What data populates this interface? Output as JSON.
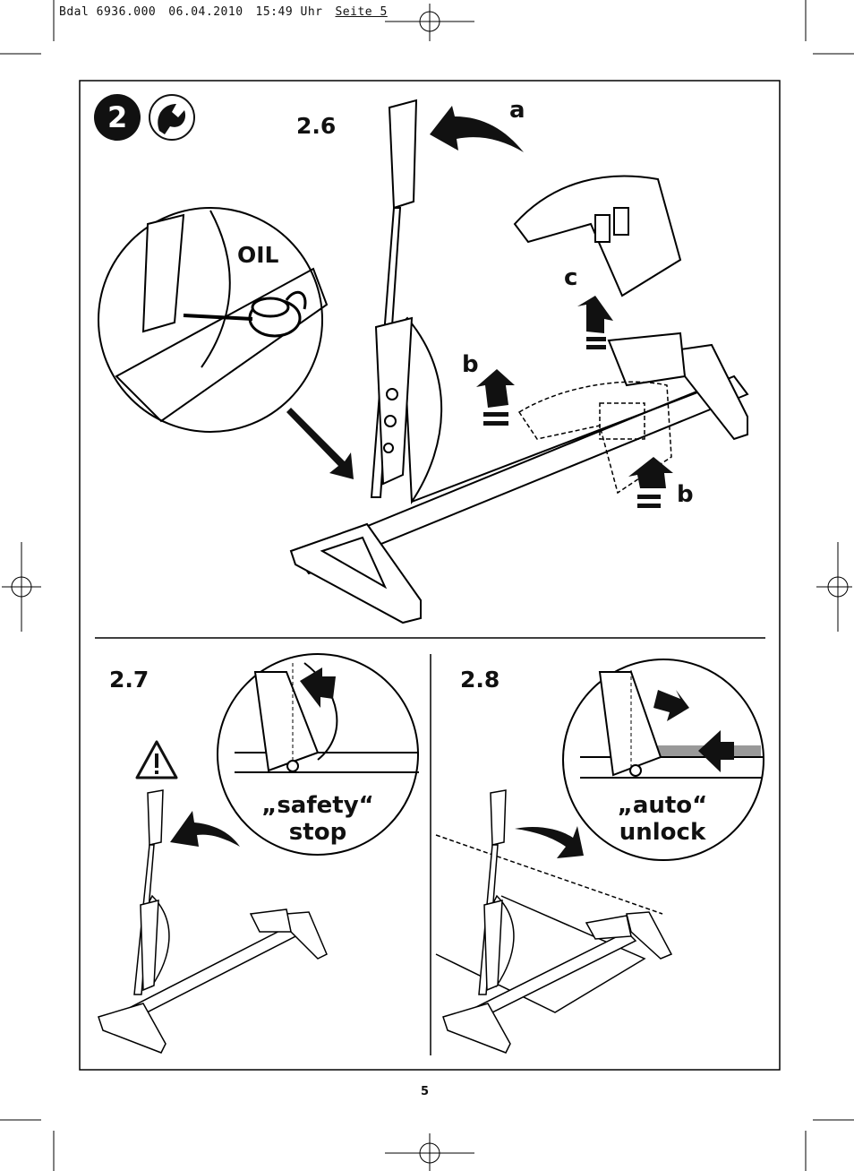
{
  "header": {
    "doc": "Bdal 6936.000",
    "date": "06.04.2010",
    "time": "15:49 Uhr",
    "page_label": "Seite 5"
  },
  "section_number": "2",
  "steps": {
    "s26": "2.6",
    "s27": "2.7",
    "s28": "2.8"
  },
  "letters": {
    "a": "a",
    "b1": "b",
    "b2": "b",
    "c": "c"
  },
  "oil_label": "OIL",
  "captions": {
    "safety_line1": "„safety“",
    "safety_line2": "stop",
    "auto_line1": "„auto“",
    "auto_line2": "unlock"
  },
  "page_number": "5",
  "icons": [
    "step-number-badge",
    "wrench-icon",
    "warning-triangle-icon",
    "oil-can-icon"
  ]
}
